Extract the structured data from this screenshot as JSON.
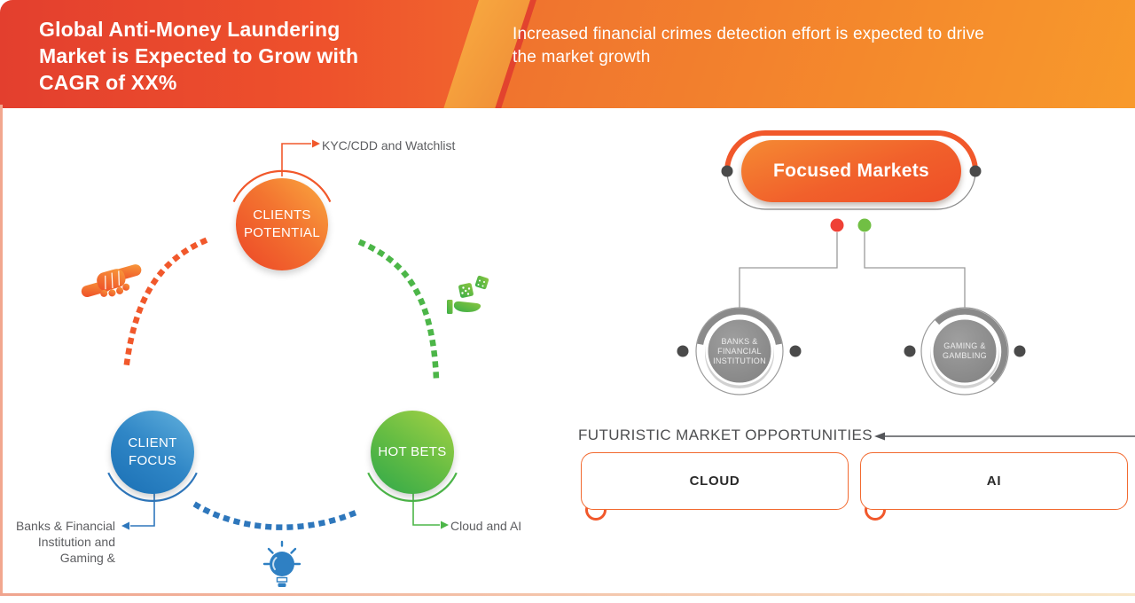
{
  "banner": {
    "title_lines": [
      "Global Anti-Money Laundering",
      "Market is Expected to Grow with",
      "CAGR of XX%"
    ],
    "subtitle_lines": [
      "Increased financial crimes detection effort is expected to drive",
      "the market growth"
    ]
  },
  "cycle": {
    "nodes": [
      {
        "label": "CLIENTS POTENTIAL",
        "callout": "KYC/CDD and Watchlist",
        "color": "#f15b2b",
        "icon": "handshake-icon"
      },
      {
        "label": "CLIENT FOCUS",
        "callout": "Banks & Financial Institution and Gaming &",
        "color": "#2e77bc",
        "icon": "lightbulb-icon"
      },
      {
        "label": "HOT BETS",
        "callout": "Cloud and AI",
        "color": "#4cb648",
        "icon": "dice-hand-icon"
      }
    ]
  },
  "focused_markets": {
    "title": "Focused Markets",
    "children": [
      {
        "label": "BANKS & FINANCIAL INSTITUTION",
        "marker_color": "#ef4136"
      },
      {
        "label": "GAMING & GAMBLING",
        "marker_color": "#71bf44"
      }
    ]
  },
  "opportunities": {
    "heading": "FUTURISTIC MARKET OPPORTUNITIES",
    "items": [
      {
        "label": "CLOUD"
      },
      {
        "label": "AI"
      }
    ]
  },
  "colors": {
    "banner_red": "#e33f2e",
    "banner_orange": "#f89b2b",
    "accent_orange": "#f1582b",
    "accent_blue": "#2e77bc",
    "accent_green": "#4cb648",
    "node_gray": "#8a8a8a",
    "text_gray": "#5d5e61"
  }
}
